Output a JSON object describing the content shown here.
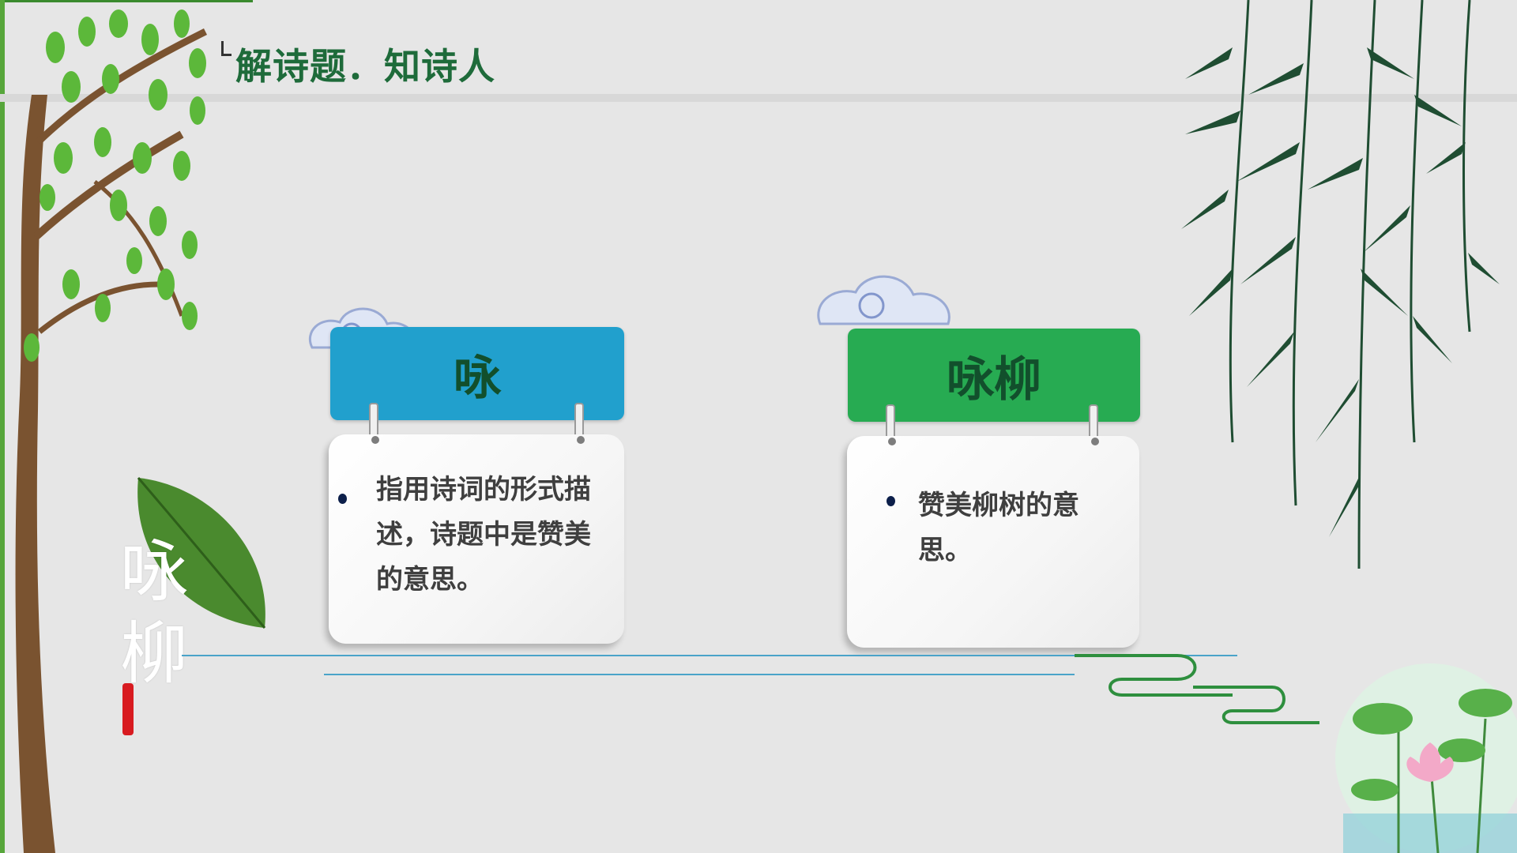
{
  "header": {
    "title": "解诗题．知诗人"
  },
  "side_title": "咏柳",
  "cards": [
    {
      "header": "咏",
      "body": "指用诗词的形式描述，诗题中是赞美的意思。"
    },
    {
      "header": "咏柳",
      "body": "赞美柳树的意思。"
    }
  ],
  "colors": {
    "blue_header": "#21a0cd",
    "green_header": "#27ab52",
    "title_green": "#1e6b3a"
  },
  "icons": [
    "tree-illustration",
    "willow-branches",
    "leaf-illustration",
    "cloud-icon",
    "lotus-pond-illustration",
    "wave-ornament"
  ]
}
